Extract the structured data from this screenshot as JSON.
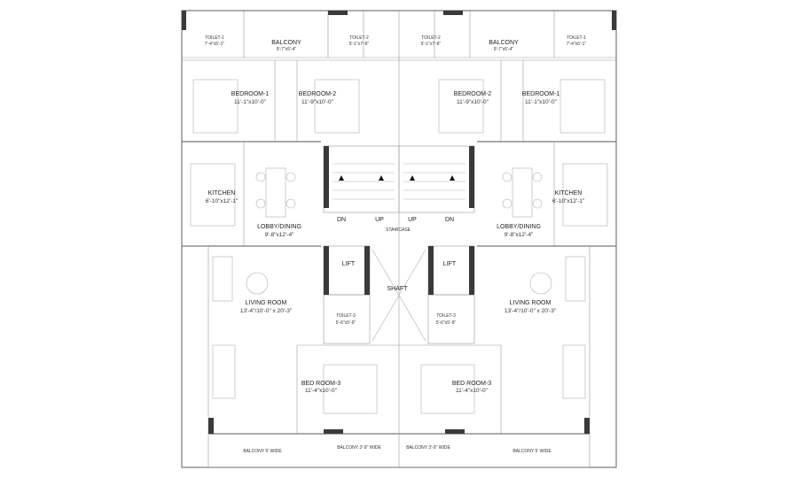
{
  "rooms": {
    "toilet1_left": {
      "name": "TOILET-1",
      "dim": "7'-4\"x5'-1\""
    },
    "balcony_left": {
      "name": "BALCONY",
      "dim": "9'-7\"x5'-4\""
    },
    "toilet2_left": {
      "name": "TOILET-2",
      "dim": "5'-1\"x7'-6\""
    },
    "toilet2_right": {
      "name": "TOILET-2",
      "dim": "5'-1\"x7'-6\""
    },
    "balcony_right": {
      "name": "BALCONY",
      "dim": "9'-7\"x5'-4\""
    },
    "toilet1_right": {
      "name": "TOILET-1",
      "dim": "7'-4\"x5'-1\""
    },
    "bedroom1_left": {
      "name": "BEDROOM-1",
      "dim": "11'-1\"x10'-0\""
    },
    "bedroom2_left": {
      "name": "BEDROOM-2",
      "dim": "11'-9\"x10'-0\""
    },
    "bedroom2_right": {
      "name": "BEDROOM-2",
      "dim": "11'-9\"x10'-0\""
    },
    "bedroom1_right": {
      "name": "BEDROOM-1",
      "dim": "11'-1\"x10'-0\""
    },
    "kitchen_left": {
      "name": "KITCHEN",
      "dim": "6'-10\"x12'-1\""
    },
    "kitchen_right": {
      "name": "KITCHEN",
      "dim": "6'-10\"x12'-1\""
    },
    "lobby_left": {
      "name": "LOBBY/DINING",
      "dim": "9'-8\"x12'-4\""
    },
    "lobby_right": {
      "name": "LOBBY/DINING",
      "dim": "9'-8\"x12'-4\""
    },
    "living_left": {
      "name": "LIVING ROOM",
      "dim": "13'-4\"/10'-0\" x 20'-3\""
    },
    "living_right": {
      "name": "LIVING ROOM",
      "dim": "13'-4\"/10'-0\" x 20'-3\""
    },
    "toilet3_left": {
      "name": "TOILET-3",
      "dim": "5'-6\"x5'-9\""
    },
    "toilet3_right": {
      "name": "TOILET-3",
      "dim": "5'-6\"x5'-9\""
    },
    "bedroom3_left": {
      "name": "BED ROOM-3",
      "dim": "11'-4\"x10'-0\""
    },
    "bedroom3_right": {
      "name": "BED ROOM-3",
      "dim": "11'-4\"x10'-0\""
    }
  },
  "core": {
    "staircase": "STAIRCASE",
    "lift_left": "LIFT",
    "lift_right": "LIFT",
    "shaft": "SHAFT",
    "dn_left": "DN",
    "up_left": "UP",
    "up_right": "UP",
    "dn_right": "DN"
  },
  "balconies_bottom": {
    "left": "BALCONY 5' WIDE",
    "center_left": "BALCONY 3'-9\" WIDE",
    "center_right": "BALCONY 3'-9\" WIDE",
    "right": "BALCONY 5' WIDE"
  }
}
